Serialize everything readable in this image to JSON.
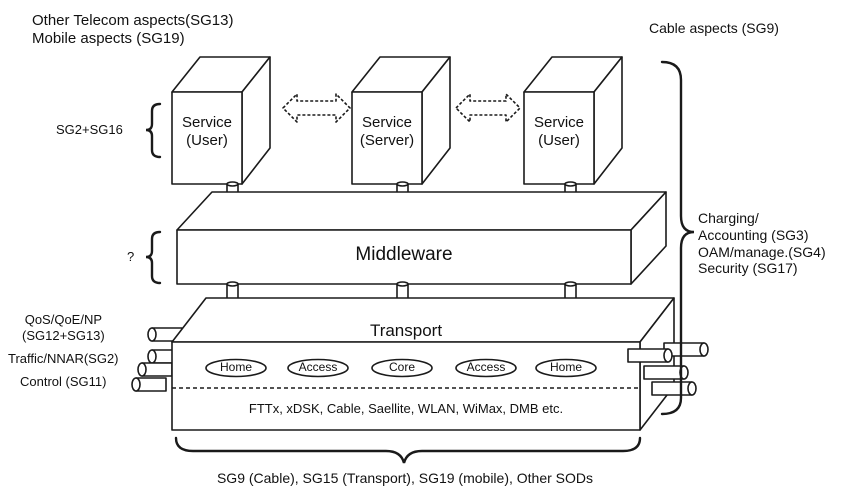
{
  "top_left": {
    "line1": "Other Telecom aspects(SG13)",
    "line2": "Mobile aspects (SG19)"
  },
  "top_right": {
    "text": "Cable aspects (SG9)"
  },
  "left_labels": {
    "service_group": "SG2+SG16",
    "middleware_group": "?",
    "qos_line1": "QoS/QoE/NP",
    "qos_line2": "(SG12+SG13)",
    "traffic": "Traffic/NNAR(SG2)",
    "control": "Control (SG11)"
  },
  "services": [
    {
      "line1": "Service",
      "line2": "(User)"
    },
    {
      "line1": "Service",
      "line2": "(Server)"
    },
    {
      "line1": "Service",
      "line2": "(User)"
    }
  ],
  "middleware": {
    "label": "Middleware"
  },
  "transport": {
    "label": "Transport",
    "segments": [
      "Home",
      "Access",
      "Core",
      "Access",
      "Home"
    ],
    "technologies": "FTTx, xDSK, Cable, Saellite, WLAN, WiMax, DMB etc."
  },
  "right_labels": {
    "line1": "Charging/",
    "line2": "Accounting (SG3)",
    "line3": "OAM/manage.(SG4)",
    "line4": "Security (SG17)"
  },
  "bottom": {
    "text": "SG9 (Cable), SG15 (Transport), SG19 (mobile), Other SODs"
  },
  "colors": {
    "stroke": "#1a1a1a",
    "fill": "#ffffff"
  }
}
